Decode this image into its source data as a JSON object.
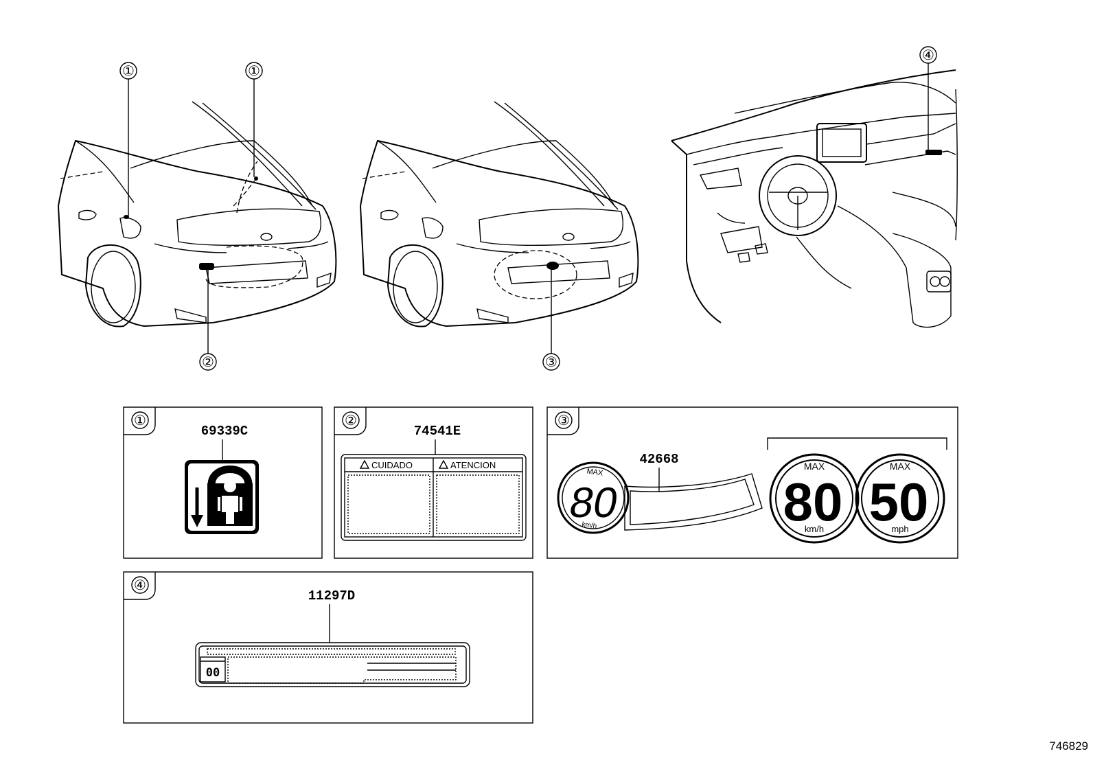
{
  "callouts": {
    "one_left": "①",
    "one_right": "①",
    "two": "②",
    "three": "③",
    "four": "④"
  },
  "panels": {
    "p1": {
      "index": "①",
      "part_number": "69339C"
    },
    "p2": {
      "index": "②",
      "part_number": "74541E",
      "warning_left": "CUIDADO",
      "warning_right": "ATENCION"
    },
    "p3": {
      "index": "③",
      "part_number": "42668",
      "small_max": "MAX",
      "small_speed": "80",
      "small_unit": "km/h",
      "big1_max": "MAX",
      "big1_speed": "80",
      "big1_unit": "km/h",
      "big2_max": "MAX",
      "big2_speed": "50",
      "big2_unit": "mph"
    },
    "p4": {
      "index": "④",
      "part_number": "11297D",
      "code": "00"
    }
  },
  "figure_id": "746829"
}
